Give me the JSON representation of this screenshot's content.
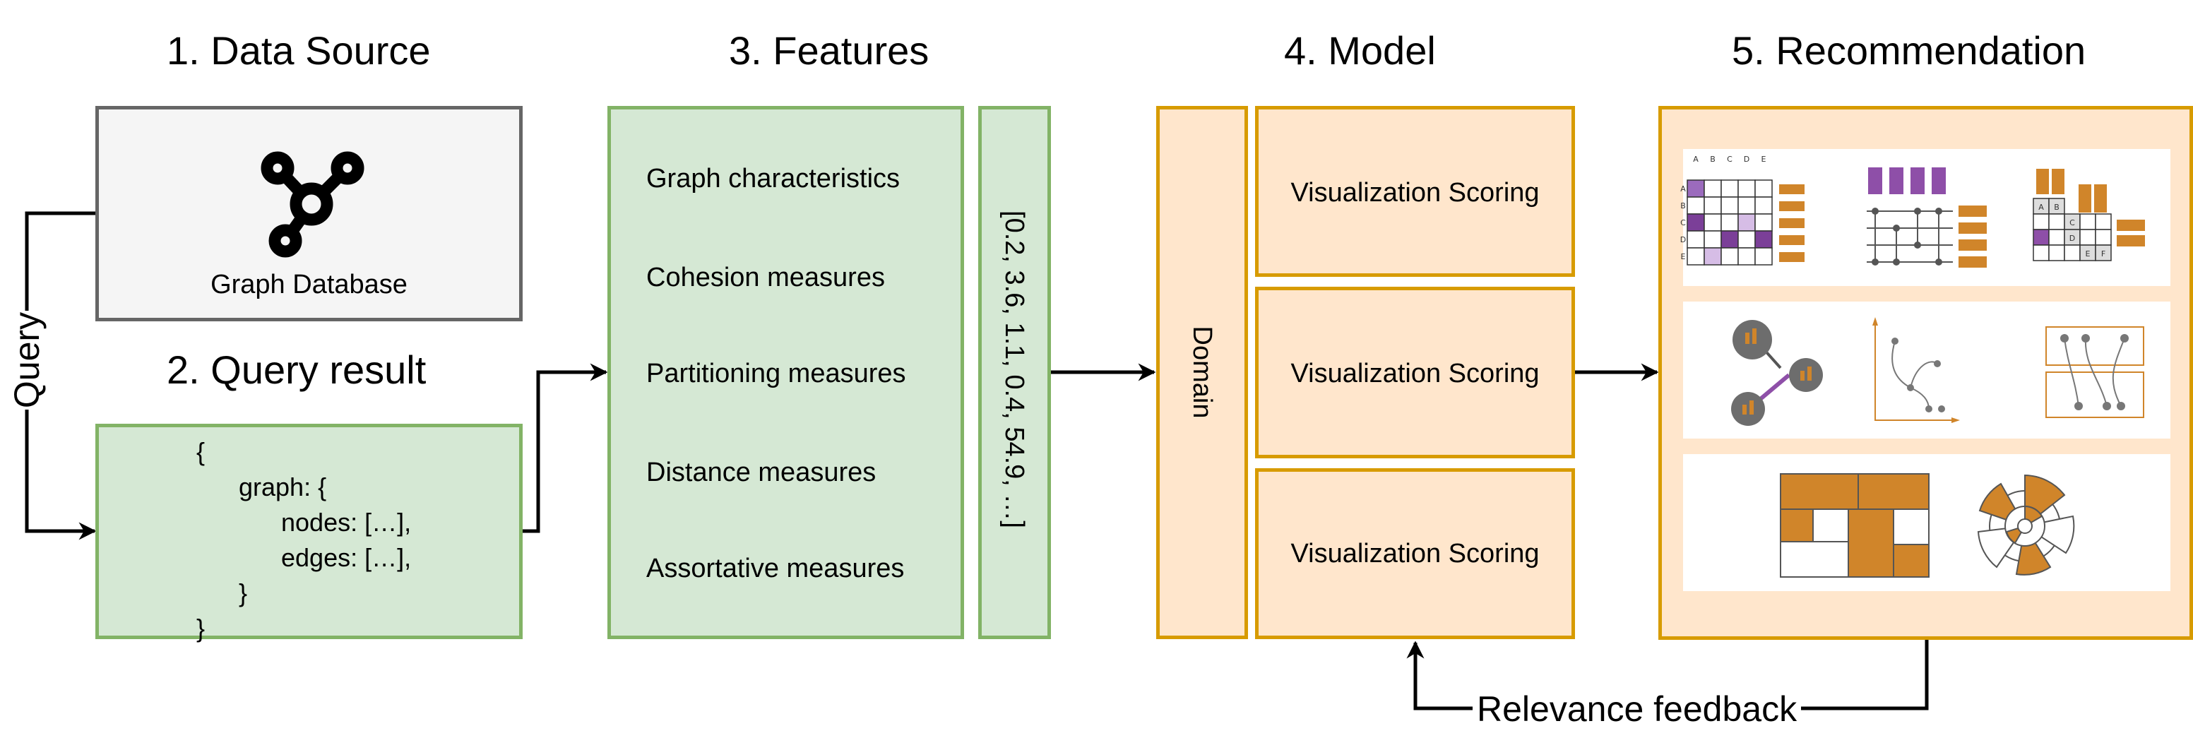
{
  "sections": {
    "data_source": "1. Data Source",
    "query_result": "2. Query result",
    "features": "3. Features",
    "model": "4. Model",
    "recommendation": "5. Recommendation"
  },
  "database": {
    "label": "Graph Database",
    "icon": "graph-network-icon"
  },
  "query_label": "Query",
  "query_result_lines": [
    "{",
    "graph: {",
    "nodes: […],",
    "edges: […],",
    "}",
    "}"
  ],
  "features": [
    "Graph characteristics",
    "Cohesion measures",
    "Partitioning measures",
    "Distance measures",
    "Assortative measures"
  ],
  "feature_vector": "[0.2, 3.6, 1.1, 0.4, 54.9, …]",
  "domain_label": "Domain",
  "scoring": [
    "Visualization Scoring",
    "Visualization Scoring",
    "Visualization Scoring"
  ],
  "matrix_labels": {
    "cols": [
      "A",
      "B",
      "C",
      "D",
      "E"
    ],
    "rows": [
      "A",
      "B",
      "C",
      "D",
      "E"
    ],
    "nodes": [
      "A",
      "B",
      "C",
      "D",
      "E",
      "F"
    ]
  },
  "feedback_label": "Relevance feedback",
  "colors": {
    "green_fill": "#d5e8d4",
    "green_stroke": "#82b366",
    "orange_fill": "#ffe6cc",
    "orange_stroke": "#d79b00",
    "gray_fill": "#f5f5f5",
    "gray_stroke": "#666666",
    "accent_orange": "#d0852a",
    "accent_purple": "#8e4fa8"
  }
}
